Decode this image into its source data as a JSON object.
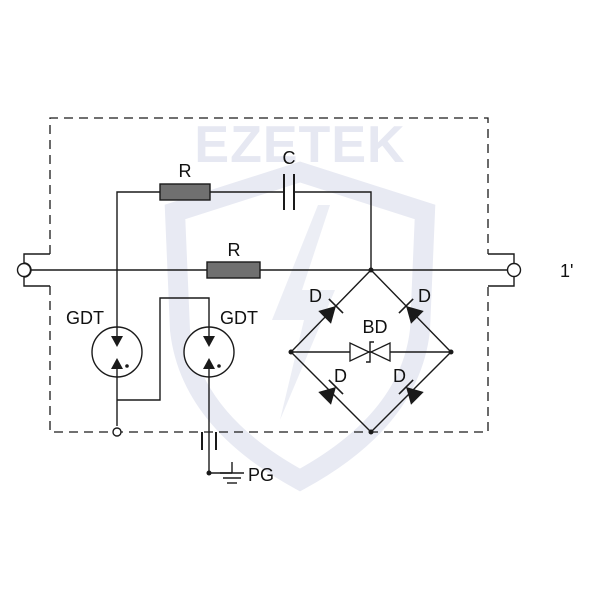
{
  "colors": {
    "line": "#1a1a1a",
    "resistor_fill": "#707070",
    "diode_fill": "#1a1a1a",
    "watermark": "#e6e8f2"
  },
  "watermark": {
    "text": "EZETEK"
  },
  "labels": {
    "resistor_top": "R",
    "capacitor_top": "C",
    "resistor_mid": "R",
    "gdt_left": "GDT",
    "gdt_right": "GDT",
    "bidirectional_diode": "BD",
    "diode_top_left": "D",
    "diode_top_right": "D",
    "diode_bottom_left": "D",
    "diode_bottom_right": "D",
    "ground": "PG",
    "terminal_right": "1'"
  }
}
